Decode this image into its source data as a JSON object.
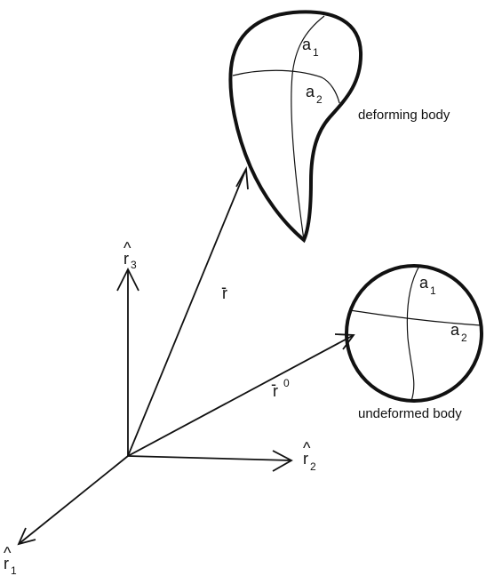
{
  "labels": {
    "deforming_body": "deforming body",
    "undeformed_body": "undeformed body",
    "r_vector": "r",
    "r0_vector": "r",
    "r0_superscript": "0",
    "basis_r1": "r",
    "basis_r1_sub": "1",
    "basis_r2": "r",
    "basis_r2_sub": "2",
    "basis_r3": "r",
    "basis_r3_sub": "3",
    "deforming_a1": "a",
    "deforming_a1_sub": "1",
    "deforming_a2": "a",
    "deforming_a2_sub": "2",
    "undeformed_a1": "a",
    "undeformed_a1_sub": "1",
    "undeformed_a2": "a",
    "undeformed_a2_sub": "2"
  },
  "symbols": {
    "hat": "^",
    "vector_bar": "-"
  }
}
